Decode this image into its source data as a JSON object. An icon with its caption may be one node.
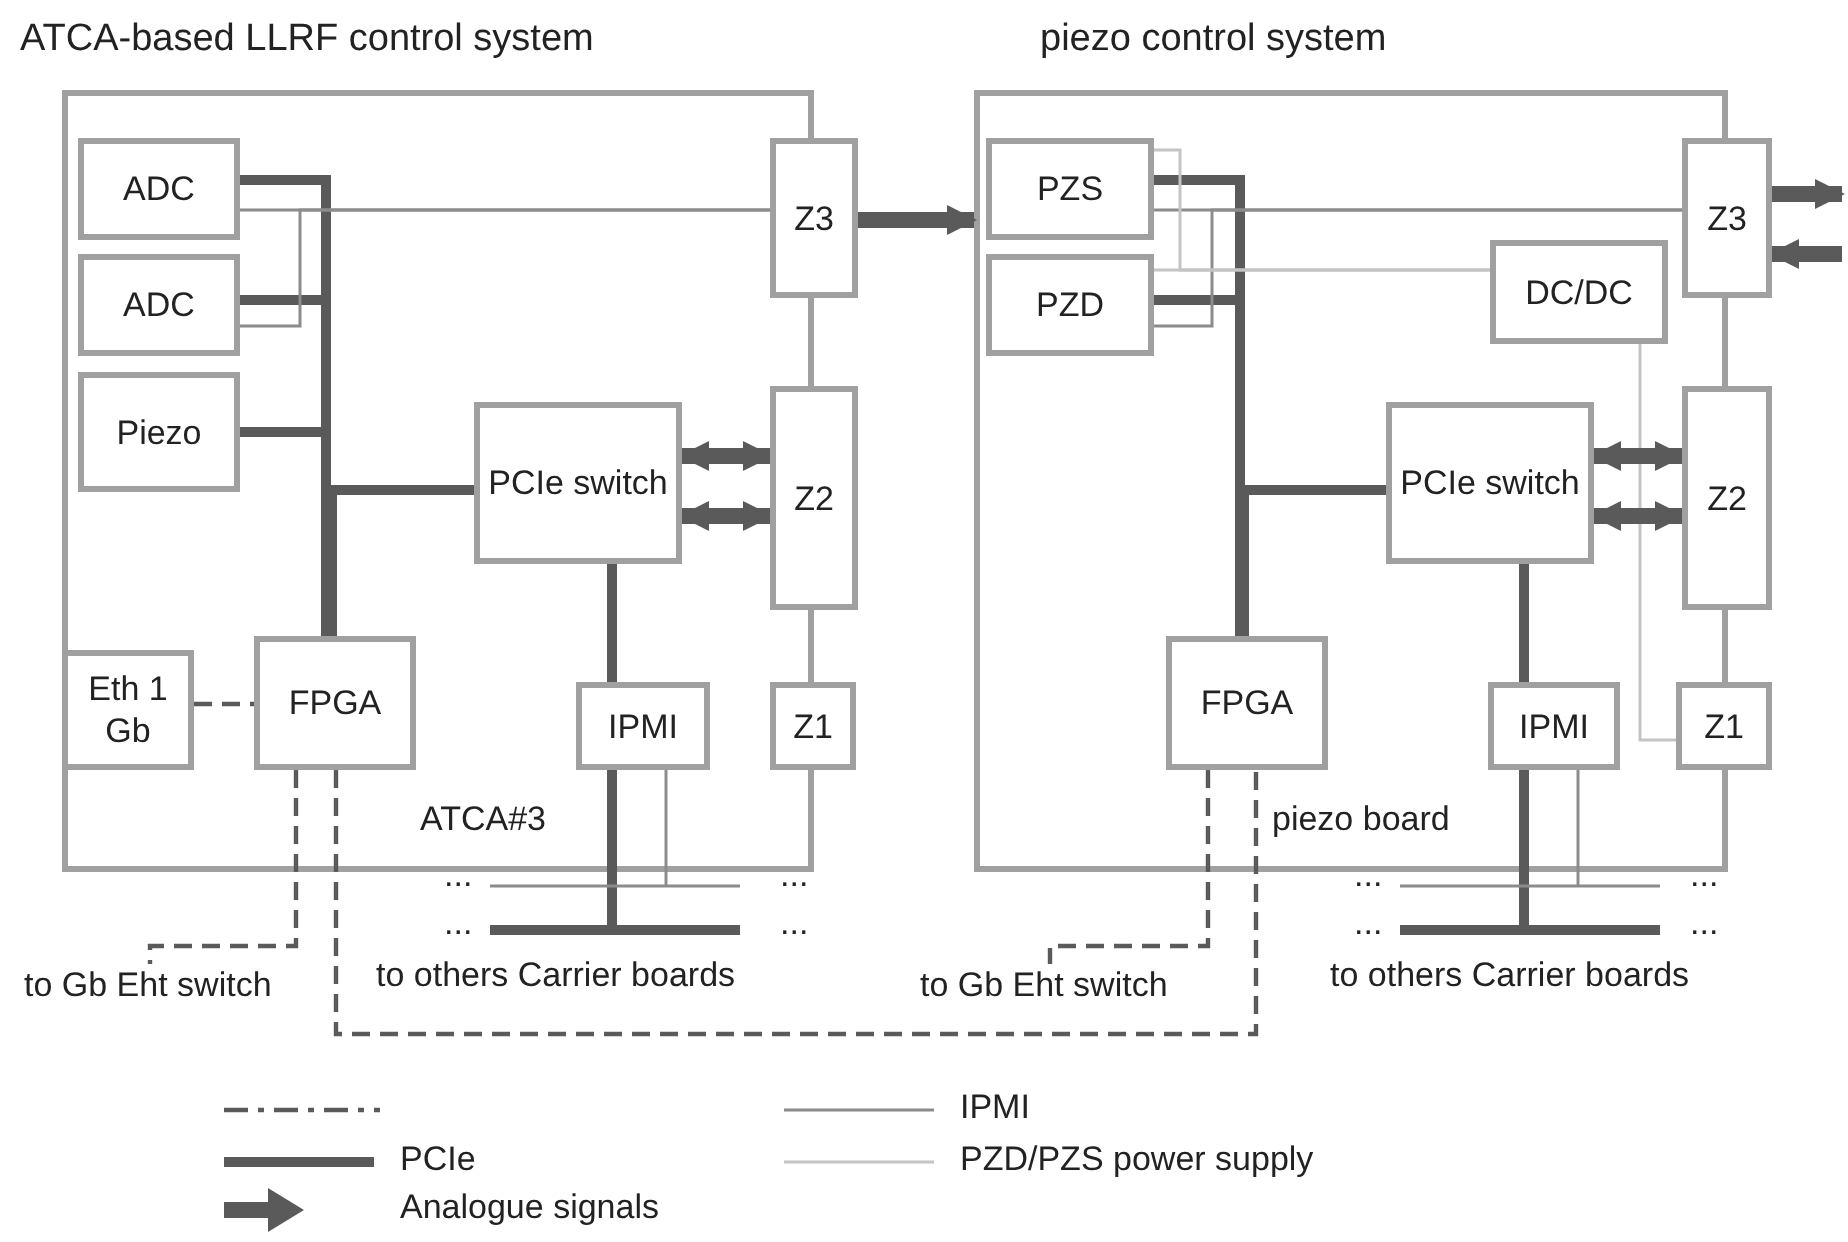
{
  "diagram": {
    "nodes": [
      {
        "text": [
          "ATCA-based LLRF control system"
        ]
      },
      {
        "text": [
          "ADC"
        ],
        "in": 0
      },
      {
        "text": [
          "ADC"
        ],
        "in": 0
      },
      {
        "text": [
          "Piezo"
        ],
        "in": 0
      },
      {
        "text": [
          "Z3"
        ],
        "in": 0
      },
      {
        "text": [
          "PCIe switch"
        ],
        "in": 0
      },
      {
        "text": [
          "Z2"
        ],
        "in": 0
      },
      {
        "text": [
          "Eth 1 Gb"
        ],
        "in": 0
      },
      {
        "text": [
          "FPGA"
        ],
        "in": 0
      },
      {
        "text": [
          "IPMI"
        ],
        "in": 0
      },
      {
        "text": [
          "Z1"
        ],
        "in": 0
      },
      {
        "text": [
          "piezo control system"
        ]
      },
      {
        "text": [
          "PZS"
        ],
        "in": 11
      },
      {
        "text": [
          "PZD"
        ],
        "in": 11
      },
      {
        "text": [
          "Z3"
        ],
        "in": 11
      },
      {
        "text": [
          "DC/DC"
        ],
        "in": 11
      },
      {
        "text": [
          "PCIe switch"
        ],
        "in": 11
      },
      {
        "text": [
          "Z2"
        ],
        "in": 11
      },
      {
        "text": [
          "FPGA"
        ],
        "in": 11
      },
      {
        "text": [
          "IPMI"
        ],
        "in": 11
      },
      {
        "text": [
          "Z1"
        ],
        "in": 11
      },
      {
        "text": [
          "to Gb Eht switch"
        ]
      },
      {
        "text": [
          "to Gb Eht switch"
        ]
      }
    ],
    "edges": [
      {
        "from": 1,
        "to": 8,
        "arrow": "none"
      },
      {
        "from": 2,
        "to": 8,
        "arrow": "none"
      },
      {
        "from": 3,
        "to": 8,
        "arrow": "none"
      },
      {
        "from": 5,
        "to": 8,
        "arrow": "none"
      },
      {
        "from": 1,
        "to": 4,
        "arrow": "none",
        "color": "#8c8c8c"
      },
      {
        "from": 2,
        "to": 4,
        "arrow": "none",
        "color": "#8c8c8c"
      },
      {
        "from": 4,
        "to": 11,
        "arrow": "to"
      },
      {
        "from": 5,
        "to": 6,
        "arrow": "both"
      },
      {
        "from": 5,
        "to": 6,
        "arrow": "both"
      },
      {
        "from": 5,
        "to": 9,
        "arrow": "none"
      },
      {
        "from": 9,
        "to": null,
        "arrow": "none"
      },
      {
        "from": 9,
        "to": null,
        "arrow": "none",
        "color": "#8c8c8c"
      },
      {
        "from": 7,
        "to": 8,
        "arrow": "none",
        "style": "dashed"
      },
      {
        "from": 8,
        "to": 21,
        "arrow": "none",
        "style": "dashed"
      },
      {
        "from": 8,
        "to": 18,
        "arrow": "none",
        "style": "dashed"
      },
      {
        "from": 12,
        "to": 18,
        "arrow": "none"
      },
      {
        "from": 13,
        "to": 18,
        "arrow": "none"
      },
      {
        "from": 16,
        "to": 18,
        "arrow": "none"
      },
      {
        "from": 12,
        "to": 14,
        "arrow": "none",
        "color": "#8c8c8c"
      },
      {
        "from": 13,
        "to": 14,
        "arrow": "none",
        "color": "#8c8c8c"
      },
      {
        "from": 15,
        "to": 12,
        "arrow": "none",
        "color": "#c4c4c4"
      },
      {
        "from": 15,
        "to": 13,
        "arrow": "none",
        "color": "#c4c4c4"
      },
      {
        "from": 15,
        "to": 20,
        "arrow": "none",
        "color": "#c4c4c4"
      },
      {
        "from": 14,
        "to": null,
        "arrow": "to"
      },
      {
        "from": null,
        "to": 14,
        "arrow": "to"
      },
      {
        "from": 16,
        "to": 17,
        "arrow": "both"
      },
      {
        "from": 16,
        "to": 17,
        "arrow": "both"
      },
      {
        "from": 16,
        "to": 19,
        "arrow": "none"
      },
      {
        "from": 19,
        "to": null,
        "arrow": "none"
      },
      {
        "from": 19,
        "to": null,
        "arrow": "none",
        "color": "#8c8c8c"
      },
      {
        "from": 18,
        "to": 22,
        "arrow": "none",
        "style": "dashed"
      }
    ],
    "labels": [
      "ATCA#3",
      "...",
      "...",
      "...",
      "...",
      "to others Carrier boards",
      "piezo board",
      "...",
      "...",
      "...",
      "...",
      "to others Carrier boards"
    ],
    "legend": [
      {
        "text": "IPMI"
      },
      {
        "text": "PCIe"
      },
      {
        "text": "PZD/PZS power supply"
      },
      {
        "text": "Analogue signals"
      }
    ]
  }
}
